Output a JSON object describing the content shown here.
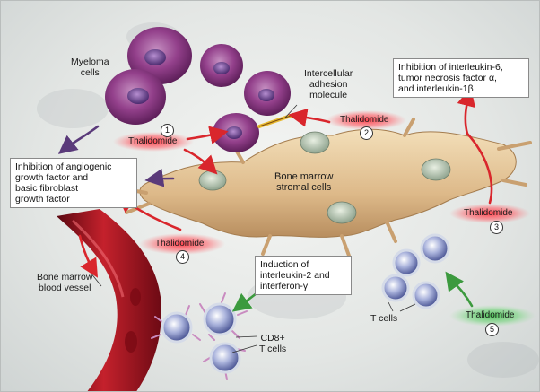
{
  "labels": {
    "myeloma_cells": [
      "Myeloma",
      "cells"
    ],
    "adhesion_molecule": [
      "Intercellular",
      "adhesion",
      "molecule"
    ],
    "stromal_cells": [
      "Bone marrow",
      "stromal cells"
    ],
    "blood_vessel": [
      "Bone marrow",
      "blood vessel"
    ],
    "t_cells": "T cells",
    "cd8_t_cells": [
      "CD8+",
      "T cells"
    ]
  },
  "boxes": {
    "angiogenic": [
      "Inhibition of angiogenic",
      "growth factor and",
      "basic fibroblast",
      "growth factor"
    ],
    "interleukin6": [
      "Inhibition of interleukin-6,",
      "tumor necrosis factor α,",
      "and interleukin-1β"
    ],
    "interleukin2": [
      "Induction of",
      "interleukin-2 and",
      "interferon-γ"
    ]
  },
  "drug_name": "Thalidomide",
  "steps": [
    "1",
    "2",
    "3",
    "4",
    "5"
  ],
  "colors": {
    "red_glow": "#e8323c",
    "green_glow": "#3fb24a",
    "red_arrow": "#d9262c",
    "green_arrow": "#3c9a3e",
    "purple_arrow": "#5a3a7a",
    "myeloma_cell": "#8e3f86",
    "stromal_cell": "#e7c99b",
    "t_cell": "#9aa6cf",
    "vessel": "#a5121f"
  }
}
